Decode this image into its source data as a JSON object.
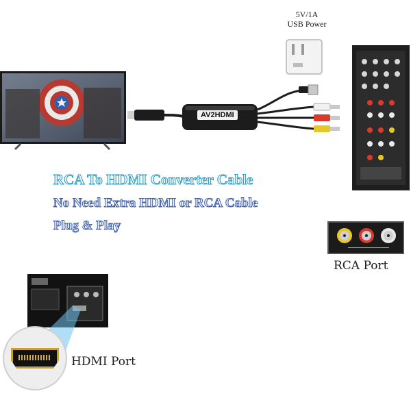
{
  "power": {
    "spec": "5V/1A",
    "label": "USB Power"
  },
  "device": {
    "logo": "AV2HDMI"
  },
  "headline": {
    "line1": "RCA To HDMI Converter Cable",
    "line2": "No Need Extra HDMI or RCA Cable",
    "line3": "Plug & Play"
  },
  "ports": {
    "rca_label": "RCA Port",
    "hdmi_label": "HDMI Port"
  },
  "colors": {
    "headline_cyan": "#2f9bc2",
    "headline_blue": "#3c5fb0",
    "rca_yellow": "#e7c728",
    "rca_red": "#d93a2b",
    "rca_white": "#e8e8e8",
    "hdmi_gold": "#c9a227",
    "device_dark": "#1c1c1c"
  },
  "icons": [
    "tv-icon",
    "usb-power-adapter-icon",
    "av-receiver-icon",
    "rca-jack-icon",
    "hdmi-port-icon"
  ]
}
